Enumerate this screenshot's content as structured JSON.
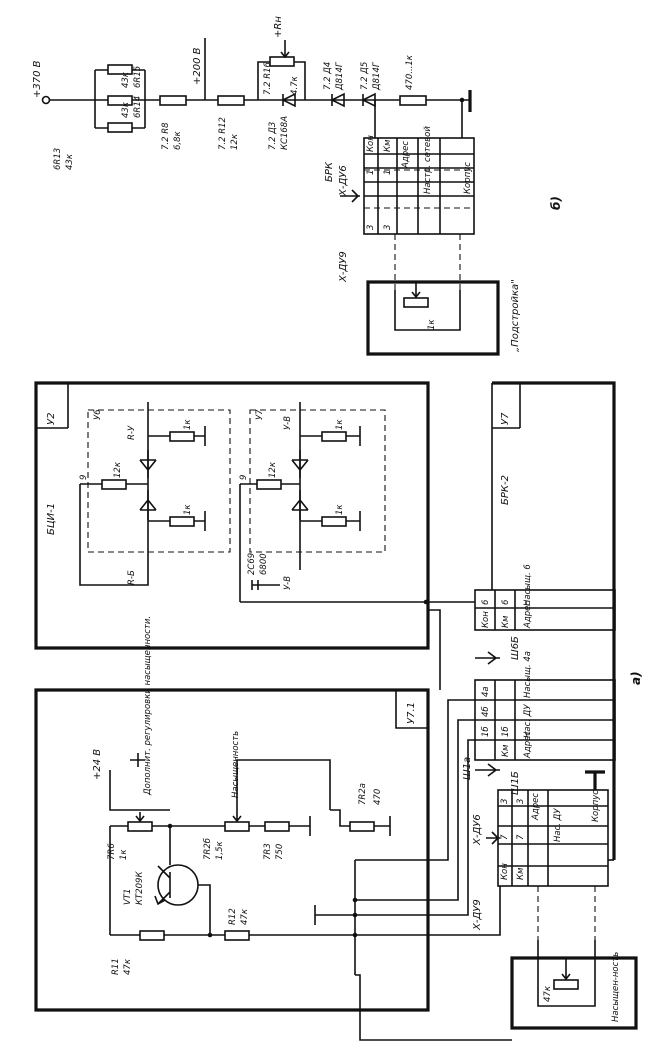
{
  "fig_b": {
    "label": "б)",
    "v370": "+370 В",
    "v200": "+200 В",
    "un": "+Rн",
    "r_6r15": "6R15",
    "r_6r15_val": "43к",
    "r_6r14": "6R14",
    "r_6r14_val": "43к",
    "r_6r13": "6R13",
    "r_6r13_val": "43к",
    "r_7r8": "7.2 R8",
    "r_7r8_val": "6,8к",
    "r_7r12": "7.2 R12",
    "r_7r12_val": "12к",
    "r_7r16": "7.2 R16",
    "r_7r16_val": "4.7к",
    "d_7d3": "7.2 Д3",
    "d_7d3_type": "КС168А",
    "d_7d4": "7.2 Д4",
    "d_7d4_type": "Д814Г",
    "d_7d5": "7.2 Д5",
    "d_7d5_type": "Д814Г",
    "r_470": "470...1к",
    "brk": "БРК",
    "conn_xdu6": "Х-ДУ6",
    "conn_xdu9": "Х-ДУ9",
    "tbl_kon": "Кон",
    "tbl_km": "Км",
    "tbl_addr": "Адрес",
    "tbl_row1_kon": "1",
    "tbl_row1_km": "1",
    "tbl_row1_addr": "Настр. сетевой",
    "tbl_row3_kon": "3",
    "tbl_row3_km": "3",
    "tbl_row3_addr": "Корпус",
    "pot_val": "1к",
    "pot_label": "„Подстройка\""
  },
  "fig_a": {
    "label": "а)",
    "block_y2": "У2",
    "block_bci": "БЦИ-1",
    "block_y6": "У6",
    "block_y7": "У7",
    "r_12k_1": "12к",
    "r_12k_2": "12к",
    "r_1k_a": "1к",
    "r_1k_b": "1к",
    "r_1k_c": "1к",
    "r_1k_d": "1к",
    "node_9a": "9",
    "node_9b": "9",
    "lbl_ry": "R-У",
    "lbl_rb": "R-Б",
    "lbl_yb_top": "У-В",
    "lbl_yb_bot": "У-В",
    "cap_2c69": "2С69",
    "cap_6800": "6800",
    "brk2": "БРК-2",
    "brk2_y7": "У7",
    "sh6_num": "6",
    "sh6_num2": "6",
    "sh6_addr": "Насыщ. 6",
    "sh6_hdr_kon": "Кон",
    "sh6_hdr_km": "Км",
    "sh6_hdr_addr": "Адрес",
    "sh6_conn": "Ш6Б",
    "sh4_num": "4а",
    "sh4_num2": "4б",
    "sh4_addr": "Насыщ. 4а",
    "sh1_num": "1б",
    "sh1_num2": "1б",
    "sh1_addr": "Нас. ДУ",
    "sh_hdr_km": "Км",
    "sh_hdr_addr": "Адрес",
    "sh_conn": "Ш1Б",
    "sh_conn2": "Ш1а",
    "xdu6": "Х-ДУ6",
    "xdu9": "Х-ДУ9",
    "t2_kon": "Кон",
    "t2_km": "Км",
    "t2_addr": "Адрес",
    "t2_r7_kon": "7",
    "t2_r7_km": "7",
    "t2_r7_addr": "Нас. ДУ",
    "t2_r3_kon": "3",
    "t2_r3_km": "3",
    "t2_r3_addr": "Корпус",
    "pot2_val": "47к",
    "pot2_label": "Насыщен-ность",
    "block_y71": "У7.1",
    "v24": "+24 В",
    "add_reg": "Дополнит. регулировки насыщенности.",
    "nas": "Насыщенность",
    "r_7r6": "7R6",
    "r_7r6_val": "1к",
    "r_7r2b": "7R2б",
    "r_7r2b_val": "1,5к",
    "r_7r3": "7R3",
    "r_7r3_val": "750",
    "r_7r2a": "7R2а",
    "r_7r2a_val": "470",
    "vt1": "VT1",
    "vt1_type": "КТ209К",
    "r_r11": "R11",
    "r_r11_val": "47к",
    "r_r12": "R12",
    "r_r12_val": "47к"
  }
}
